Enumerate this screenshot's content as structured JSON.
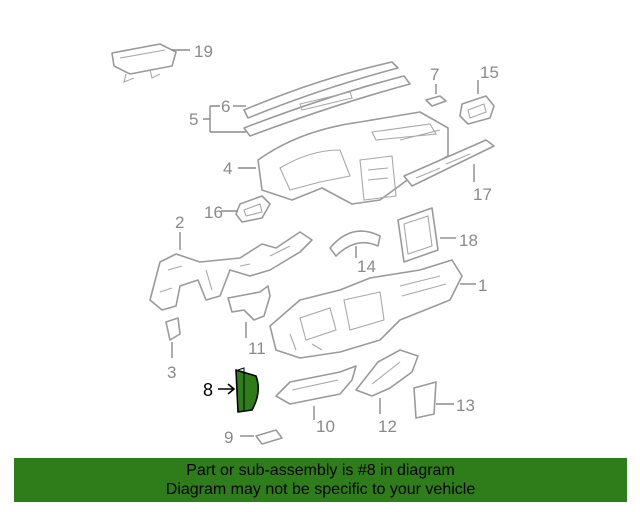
{
  "callouts": {
    "c1": "1",
    "c2": "2",
    "c3": "3",
    "c4": "4",
    "c5": "5",
    "c6": "6",
    "c7": "7",
    "c8": "8",
    "c9": "9",
    "c10": "10",
    "c11": "11",
    "c12": "12",
    "c13": "13",
    "c14": "14",
    "c15": "15",
    "c16": "16",
    "c17": "17",
    "c18": "18",
    "c19": "19"
  },
  "highlight": {
    "part": "8",
    "color": "#2e7d1a"
  },
  "banner": {
    "line1": "Part or sub-assembly is #8 in diagram",
    "line2": "Diagram may not be specific to your vehicle",
    "background": "#2e7d1a"
  }
}
